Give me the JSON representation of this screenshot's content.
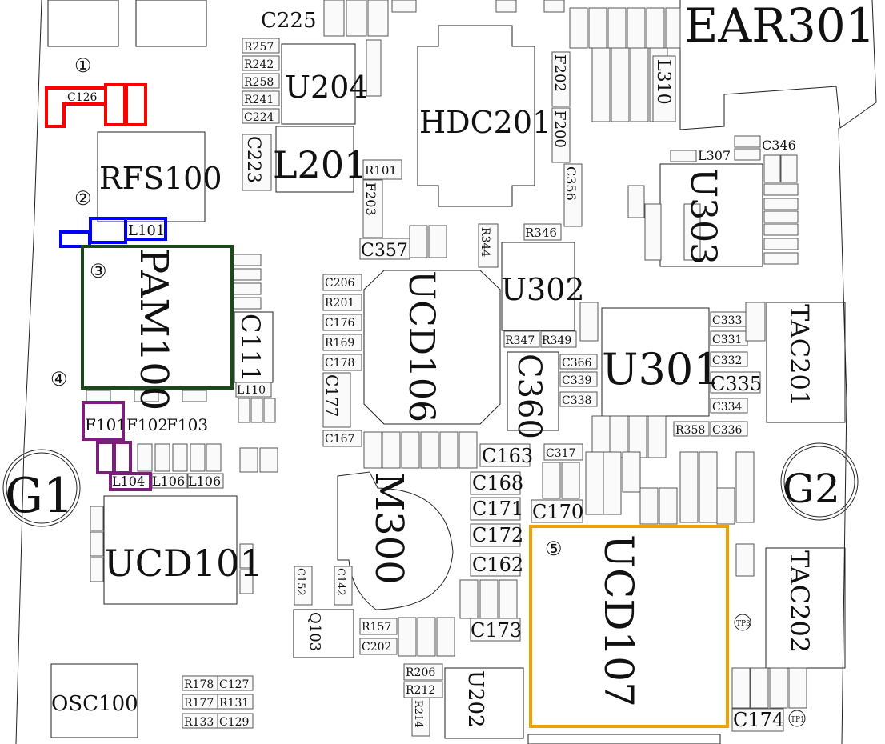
{
  "colors": {
    "group1": "#ff0000",
    "group2": "#0000ff",
    "group3": "#1a4a1a",
    "group4": "#7a1f7a",
    "group5": "#f0a000"
  },
  "markers": {
    "m1": "①",
    "m2": "②",
    "m3": "③",
    "m4": "④",
    "m5": "⑤"
  },
  "components": {
    "EAR301": "EAR301",
    "C225": "C225",
    "U204": "U204",
    "HDC201": "HDC201",
    "L201": "L201",
    "C223": "C223",
    "RFS100": "RFS100",
    "R101": "R101",
    "F203": "F203",
    "F202": "F202",
    "F200": "F200",
    "C356": "C356",
    "L310": "L310",
    "C346": "C346",
    "L307": "L307",
    "U303": "U303",
    "R346": "R346",
    "R344": "R344",
    "C357": "C357",
    "U302": "U302",
    "PAM100": "PAM100",
    "UCD106": "UCD106",
    "C111": "C111",
    "L110": "L110",
    "C206": "C206",
    "R201": "R201",
    "C176": "C176",
    "R169": "R169",
    "C178": "C178",
    "C177": "C177",
    "C167": "C167",
    "R347": "R347",
    "R349": "R349",
    "C360": "C360",
    "C366": "C366",
    "C339": "C339",
    "C338": "C338",
    "U301": "U301",
    "C333": "C333",
    "C331": "C331",
    "C332": "C332",
    "C335": "C335",
    "C334": "C334",
    "C336": "C336",
    "R358": "R358",
    "TAC201": "TAC201",
    "F101": "F101",
    "F102": "F102",
    "F103": "F103",
    "L104": "L104",
    "L105": "L106",
    "L106": "L106",
    "C163": "C163",
    "C317": "C317",
    "G1": "G1",
    "G2": "G2",
    "M300": "M300",
    "C168": "C168",
    "C171": "C171",
    "C170": "C170",
    "C172": "C172",
    "C162": "C162",
    "C173": "C173",
    "UCD107": "UCD107",
    "TAC202": "TAC202",
    "UCD101": "UCD101",
    "C152": "C152",
    "C142": "C142",
    "Q103": "Q103",
    "R157": "R157",
    "C202": "C202",
    "R206": "R206",
    "R212": "R212",
    "R214": "R214",
    "U202": "U202",
    "C174": "C174",
    "TP3": "TP3",
    "TP1": "TP1",
    "OSC100": "OSC100",
    "R178": "R178",
    "C127": "C127",
    "R177": "R177",
    "R131": "R131",
    "R133": "R133",
    "C129": "C129",
    "R257": "R257",
    "R242": "R242",
    "R258": "R258",
    "R241": "R241",
    "C224": "C224",
    "C126": "C126"
  }
}
